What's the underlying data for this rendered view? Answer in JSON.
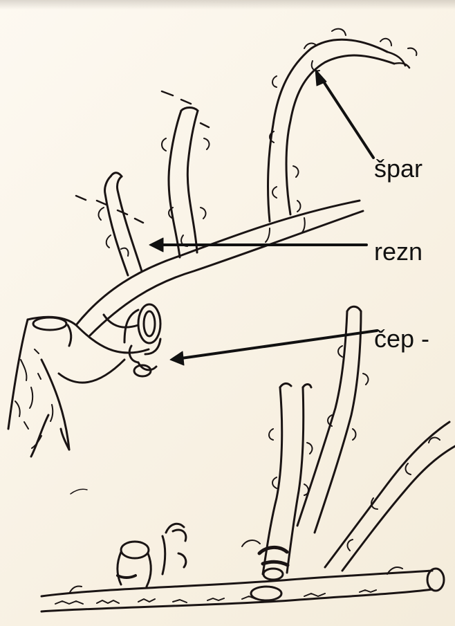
{
  "labels": {
    "spar": "špar",
    "rezn": "rezn",
    "cep": "čep -"
  },
  "colors": {
    "ink": "#1a1414",
    "paper": "#fbf6ec"
  }
}
